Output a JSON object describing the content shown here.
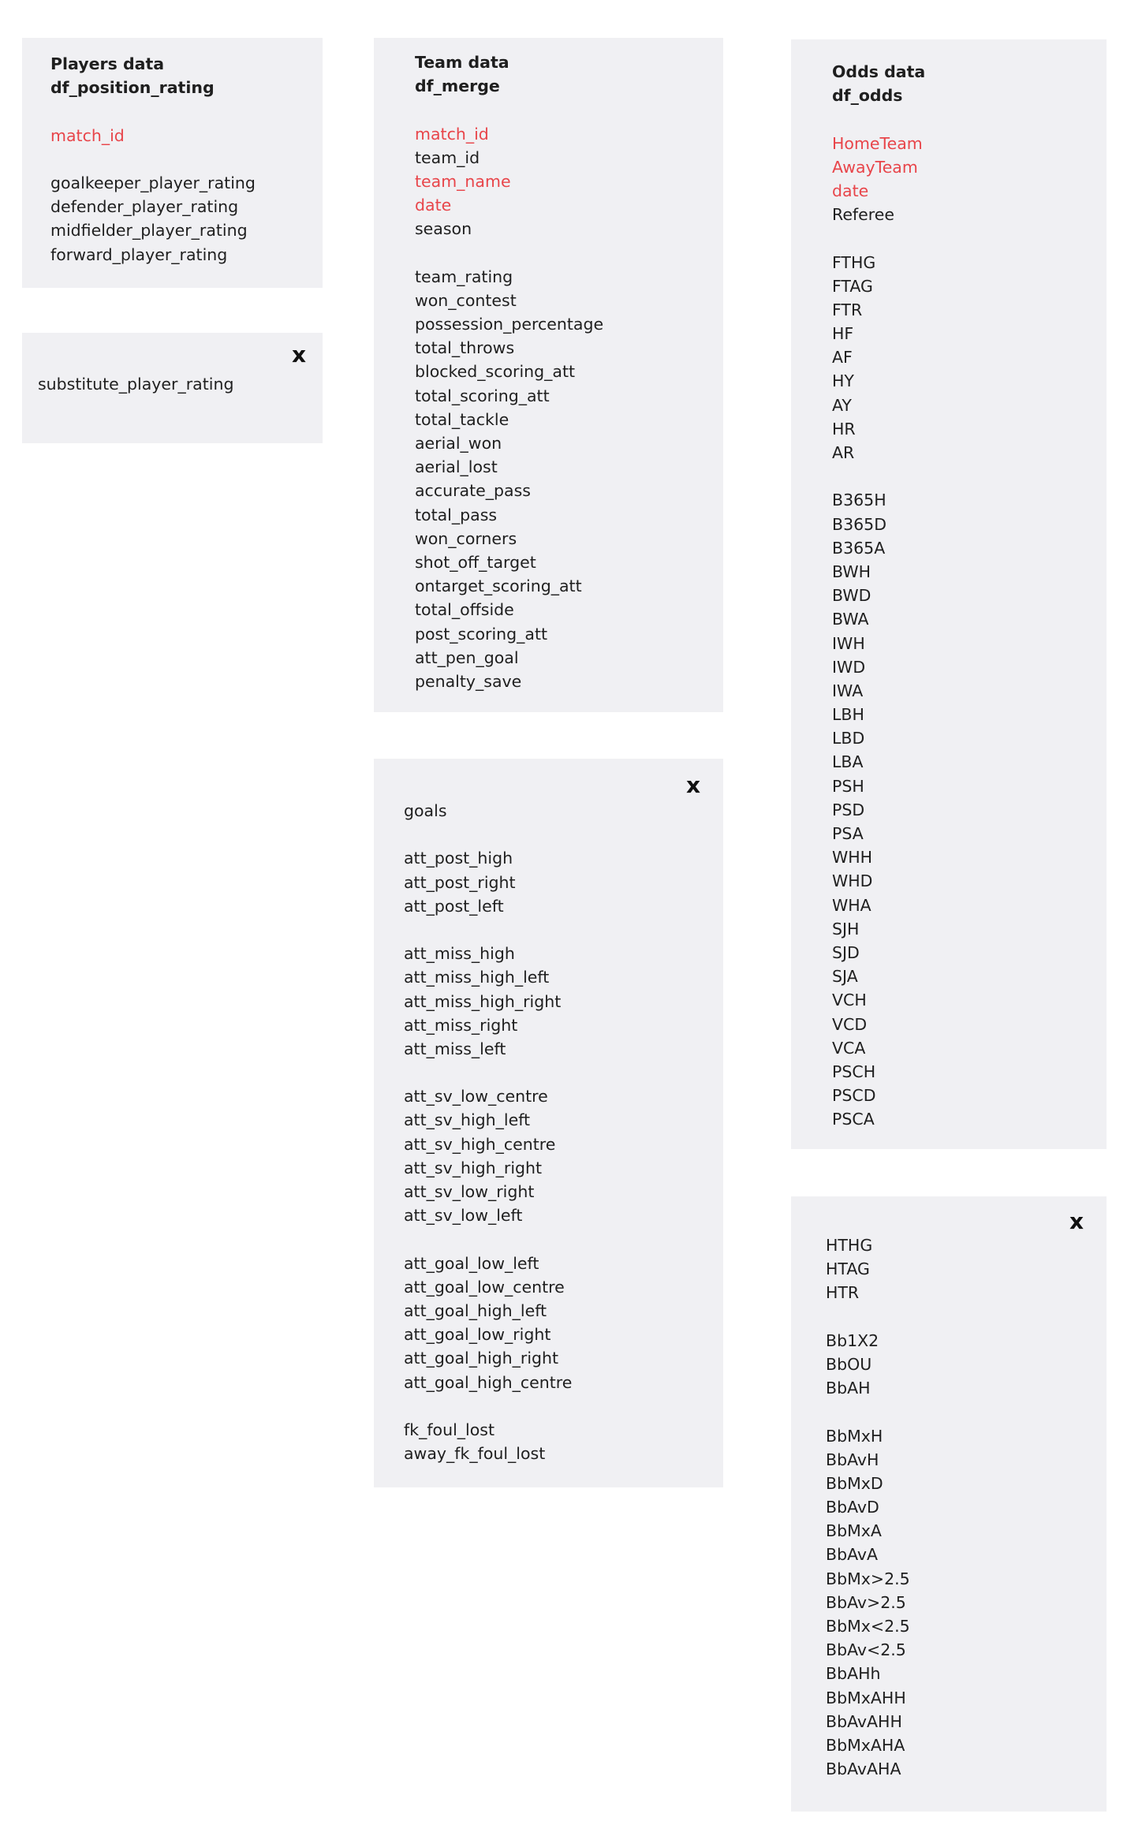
{
  "colors": {
    "panel_bg": "#f0f0f3",
    "key_field": "#e8454a",
    "text": "#1f1f1f"
  },
  "players": {
    "title": "Players data",
    "subtitle": "df_position_rating",
    "keys": [
      "match_id"
    ],
    "fields": [
      "goalkeeper_player_rating",
      "defender_player_rating",
      "midfielder_player_rating",
      "forward_player_rating"
    ]
  },
  "players_excluded": {
    "mark": "x",
    "fields": [
      "substitute_player_rating"
    ]
  },
  "team": {
    "title": "Team data",
    "subtitle": "df_merge",
    "id_fields": [
      {
        "name": "match_id",
        "key": true
      },
      {
        "name": "team_id",
        "key": false
      },
      {
        "name": "team_name",
        "key": true
      },
      {
        "name": "date",
        "key": true
      },
      {
        "name": "season",
        "key": false
      }
    ],
    "fields": [
      "team_rating",
      "won_contest",
      "possession_percentage",
      "total_throws",
      "blocked_scoring_att",
      "total_scoring_att",
      "total_tackle",
      "aerial_won",
      "aerial_lost",
      "accurate_pass",
      "total_pass",
      "won_corners",
      "shot_off_target",
      "ontarget_scoring_att",
      "total_offside",
      "post_scoring_att",
      "att_pen_goal",
      "penalty_save"
    ]
  },
  "team_excluded": {
    "mark": "x",
    "groups": [
      [
        "goals"
      ],
      [
        "att_post_high",
        "att_post_right",
        "att_post_left"
      ],
      [
        "att_miss_high",
        "att_miss_high_left",
        "att_miss_high_right",
        "att_miss_right",
        "att_miss_left"
      ],
      [
        "att_sv_low_centre",
        "att_sv_high_left",
        "att_sv_high_centre",
        "att_sv_high_right",
        "att_sv_low_right",
        "att_sv_low_left"
      ],
      [
        "att_goal_low_left",
        "att_goal_low_centre",
        "att_goal_high_left",
        "att_goal_low_right",
        "att_goal_high_right",
        "att_goal_high_centre"
      ],
      [
        "fk_foul_lost",
        "away_fk_foul_lost"
      ]
    ]
  },
  "odds": {
    "title": "Odds data",
    "subtitle": "df_odds",
    "id_fields": [
      {
        "name": "HomeTeam",
        "key": true
      },
      {
        "name": "AwayTeam",
        "key": true
      },
      {
        "name": "date",
        "key": true
      },
      {
        "name": "Referee",
        "key": false
      }
    ],
    "groups": [
      [
        "FTHG",
        "FTAG",
        "FTR",
        "HF",
        "AF",
        "HY",
        "AY",
        "HR",
        "AR"
      ],
      [
        "B365H",
        "B365D",
        "B365A",
        "BWH",
        "BWD",
        "BWA",
        "IWH",
        "IWD",
        "IWA",
        "LBH",
        "LBD",
        "LBA",
        "PSH",
        "PSD",
        "PSA",
        "WHH",
        "WHD",
        "WHA",
        "SJH",
        "SJD",
        "SJA",
        "VCH",
        "VCD",
        "VCA",
        "PSCH",
        "PSCD",
        "PSCA"
      ]
    ]
  },
  "odds_excluded": {
    "mark": "x",
    "groups": [
      [
        "HTHG",
        "HTAG",
        "HTR"
      ],
      [
        "Bb1X2",
        "BbOU",
        "BbAH"
      ],
      [
        "BbMxH",
        "BbAvH",
        "BbMxD",
        "BbAvD",
        "BbMxA",
        "BbAvA",
        "BbMx>2.5",
        "BbAv>2.5",
        "BbMx<2.5",
        "BbAv<2.5",
        "BbAHh",
        "BbMxAHH",
        "BbAvAHH",
        "BbMxAHA",
        "BbAvAHA"
      ]
    ]
  }
}
